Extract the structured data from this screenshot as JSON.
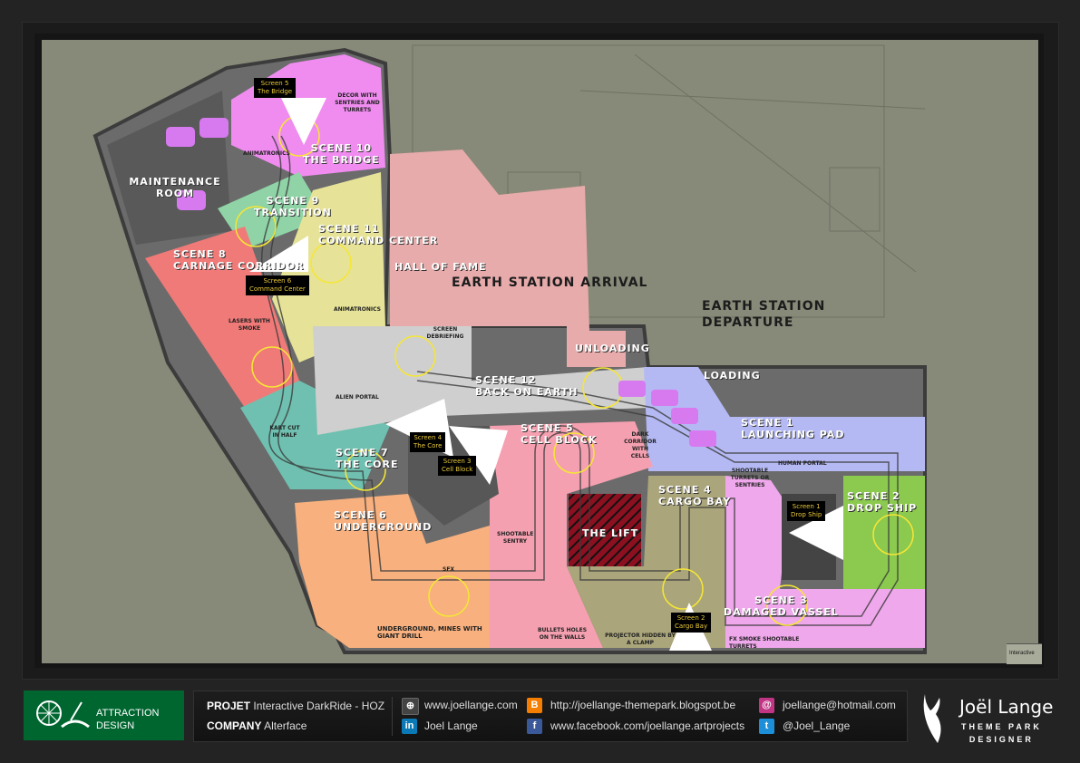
{
  "plan": {
    "zones": {
      "earth_station_arrival": "Earth Station Arrival",
      "earth_station_departure": "Earth Station Departure",
      "hall_of_fame": "Hall of Fame",
      "maintenance_room": "Maintenance Room",
      "unloading": "Unloading",
      "loading": "Loading",
      "the_lift": "The Lift"
    },
    "scenes": [
      {
        "num": "Scene 1",
        "name": "Launching Pad"
      },
      {
        "num": "Scene 2",
        "name": "Drop Ship"
      },
      {
        "num": "Scene 3",
        "name": "Damaged Vassel"
      },
      {
        "num": "Scene 4",
        "name": "Cargo Bay"
      },
      {
        "num": "Scene 5",
        "name": "Cell Block"
      },
      {
        "num": "Scene 6",
        "name": "Underground"
      },
      {
        "num": "Scene 7",
        "name": "The Core"
      },
      {
        "num": "Scene 8",
        "name": "Carnage Corridor"
      },
      {
        "num": "Scene 9",
        "name": "Transition"
      },
      {
        "num": "Scene 10",
        "name": "The Bridge"
      },
      {
        "num": "Scene 11",
        "name": "Command Center"
      },
      {
        "num": "Scene 12",
        "name": "Back on Earth"
      }
    ],
    "screens": [
      {
        "num": "Screen 1",
        "name": "Drop Ship"
      },
      {
        "num": "Screen 2",
        "name": "Cargo Bay"
      },
      {
        "num": "Screen 3",
        "name": "Cell Block"
      },
      {
        "num": "Screen 4",
        "name": "The Core"
      },
      {
        "num": "Screen 5",
        "name": "The Bridge"
      },
      {
        "num": "Screen 6",
        "name": "Command Center"
      }
    ],
    "notes": {
      "decor": "Decor with sentries and turrets",
      "animatronics_1": "Animatronics",
      "animatronics_2": "Animatronics",
      "lasers": "Lasers with smoke",
      "kart_cut": "Kart cut in half",
      "alien_portal": "Alien Portal",
      "screen_debriefing": "Screen Debriefing",
      "human_portal": "Human Portal",
      "dark_corridor": "Dark corridor with cells",
      "shootable_turrets": "Shootable turrets or sentries",
      "shootable_sentry": "Shootable sentry",
      "sfx": "SFX",
      "underground_note": "Underground, mines with giant drill",
      "bullets": "Bullets holes on the walls",
      "projector": "Projector hidden by a clamp",
      "fx_smoke": "FX smoke shootable turrets"
    },
    "title_block": "Interactive"
  },
  "footer": {
    "logo_text_1": "ATTRACTION",
    "logo_text_2": "DESIGN",
    "project_label": "PROJET",
    "project_value": "Interactive DarkRide - HOZ",
    "company_label": "COMPANY",
    "company_value": "Alterface",
    "website": "www.joellange.com",
    "linkedin": "Joel Lange",
    "blog": "http://joellange-themepark.blogspot.be",
    "facebook": "www.facebook.com/joellange.artprojects",
    "email": "joellange@hotmail.com",
    "twitter": "@Joel_Lange",
    "brand_name": "Joël Lange",
    "brand_sub_1": "THEME PARK",
    "brand_sub_2": "DESIGNER",
    "colors": {
      "logo_green": "#006630",
      "blogger": "#f57d00",
      "linkedin": "#0a79b6",
      "facebook": "#3b5998",
      "email": "#c13584",
      "twitter": "#1da1f2"
    }
  }
}
